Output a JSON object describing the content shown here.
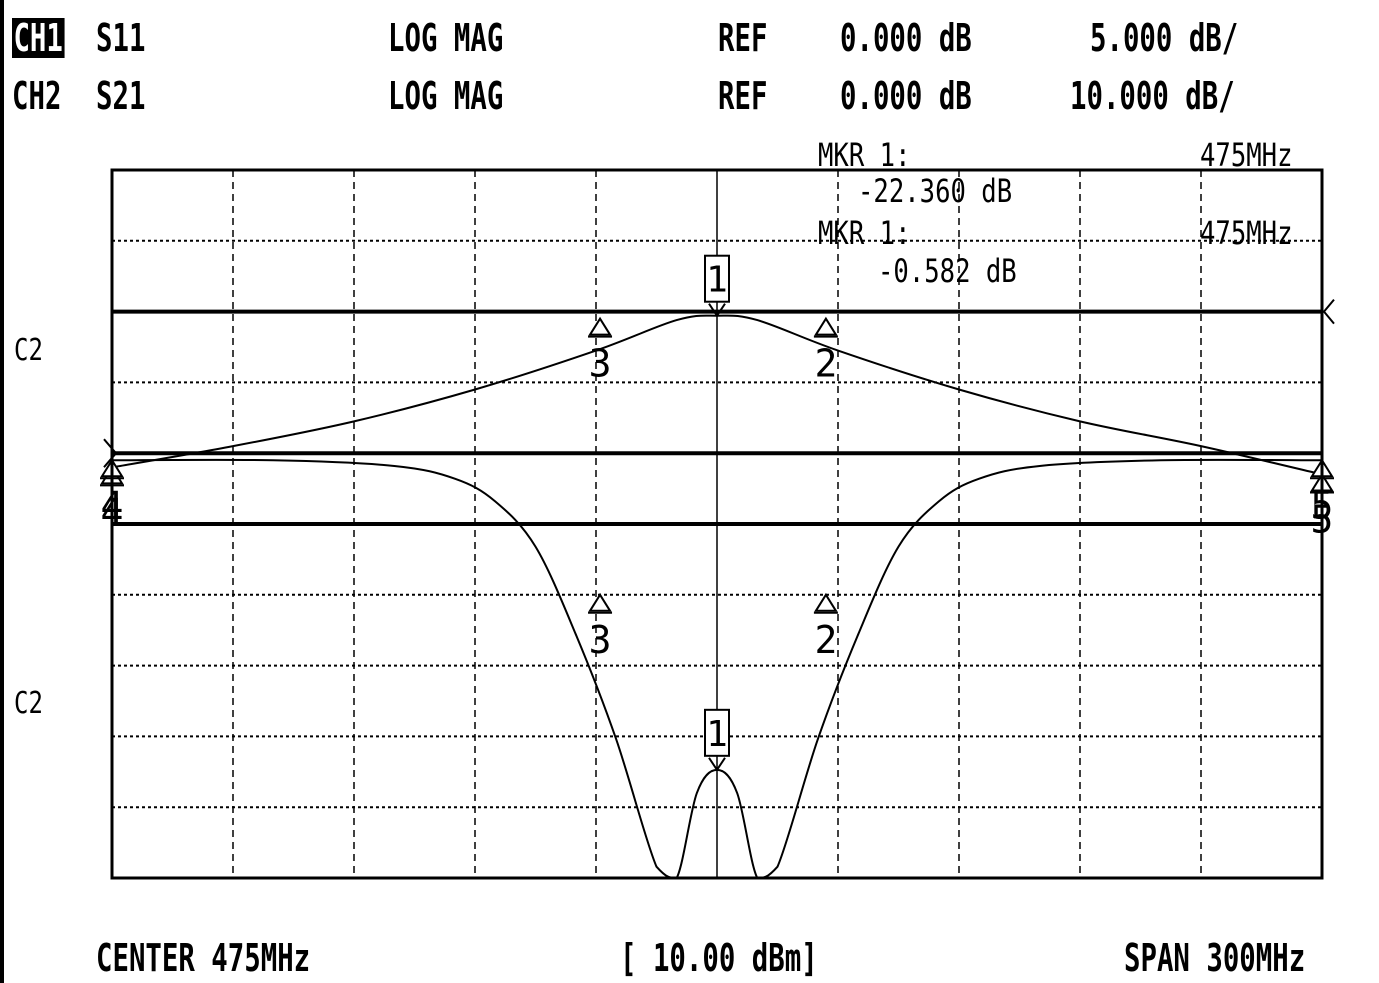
{
  "header": {
    "ch1": {
      "label": "CH1",
      "param": "S11",
      "format": "LOG MAG",
      "ref_label": "REF",
      "ref_value": "0.000 dB",
      "scale": "5.000 dB/"
    },
    "ch2": {
      "label": "CH2",
      "param": "S21",
      "format": "LOG MAG",
      "ref_label": "REF",
      "ref_value": "0.000 dB",
      "scale": "10.000 dB/"
    }
  },
  "markers_readout": {
    "ch1": {
      "label": "MKR 1:",
      "freq": "475MHz",
      "value": "-22.360 dB"
    },
    "ch2": {
      "label": "MKR 1:",
      "freq": "475MHz",
      "value": "-0.582 dB"
    }
  },
  "side_labels": {
    "upper": "C2",
    "lower": "C2"
  },
  "footer": {
    "center": "CENTER 475MHz",
    "power": "[ 10.00 dBm]",
    "span": "SPAN 300MHz"
  },
  "colors": {
    "trace": "#000000",
    "grid": "#000000",
    "background": "#ffffff"
  },
  "chart_data": {
    "type": "line",
    "x_unit": "MHz",
    "xlim": [
      325,
      625
    ],
    "grid": true,
    "divisions": {
      "x": 10,
      "y": 10
    },
    "series": [
      {
        "name": "S21",
        "ref_level_db": 0,
        "scale_db_per_div": 10,
        "ref_division_from_top": 2,
        "x": [
          325,
          355,
          385,
          415,
          445,
          465,
          475,
          485,
          505,
          535,
          565,
          595,
          625
        ],
        "y": [
          -22,
          -19,
          -15.5,
          -11,
          -5.5,
          -1.2,
          -0.58,
          -1.2,
          -5.5,
          -11,
          -15.5,
          -19,
          -23
        ]
      },
      {
        "name": "S11",
        "ref_level_db": 0,
        "scale_db_per_div": 5,
        "ref_division_from_top": 4,
        "x": [
          325,
          365,
          395,
          410,
          420,
          430,
          440,
          450,
          460,
          465,
          470,
          475,
          480,
          485,
          490,
          500,
          510,
          520,
          530,
          540,
          555,
          585,
          625
        ],
        "y": [
          -0.5,
          -0.5,
          -0.9,
          -1.8,
          -3.4,
          -6.6,
          -12.8,
          -20.2,
          -29.2,
          -30,
          -24,
          -22.36,
          -24,
          -30,
          -29.2,
          -20.2,
          -12.8,
          -6.6,
          -3.4,
          -1.8,
          -0.9,
          -0.5,
          -0.5
        ]
      }
    ],
    "ref_lines_db": [
      {
        "series": "S21",
        "value": 0
      },
      {
        "series": "S11",
        "value": 0
      },
      {
        "series": "S11",
        "value": -5
      }
    ],
    "markers": [
      {
        "id": "1",
        "series": "S21",
        "x": 475,
        "y": -0.58,
        "active": true
      },
      {
        "id": "2",
        "series": "S21",
        "x": 502,
        "y": -1.0,
        "active": false
      },
      {
        "id": "3",
        "series": "S21",
        "x": 446,
        "y": -1.0,
        "active": false
      },
      {
        "id": "4",
        "series": "S21",
        "x": 325,
        "y": -22,
        "active": false
      },
      {
        "id": "5",
        "series": "S21",
        "x": 625,
        "y": -23,
        "active": false
      },
      {
        "id": "1",
        "series": "S11",
        "x": 475,
        "y": -22.36,
        "active": true
      },
      {
        "id": "2",
        "series": "S11",
        "x": 502,
        "y": -10,
        "active": false
      },
      {
        "id": "3",
        "series": "S11",
        "x": 446,
        "y": -10,
        "active": false
      },
      {
        "id": "4",
        "series": "S11",
        "x": 325,
        "y": -0.5,
        "active": false
      },
      {
        "id": "5",
        "series": "S11",
        "x": 625,
        "y": -0.5,
        "active": false
      }
    ]
  }
}
